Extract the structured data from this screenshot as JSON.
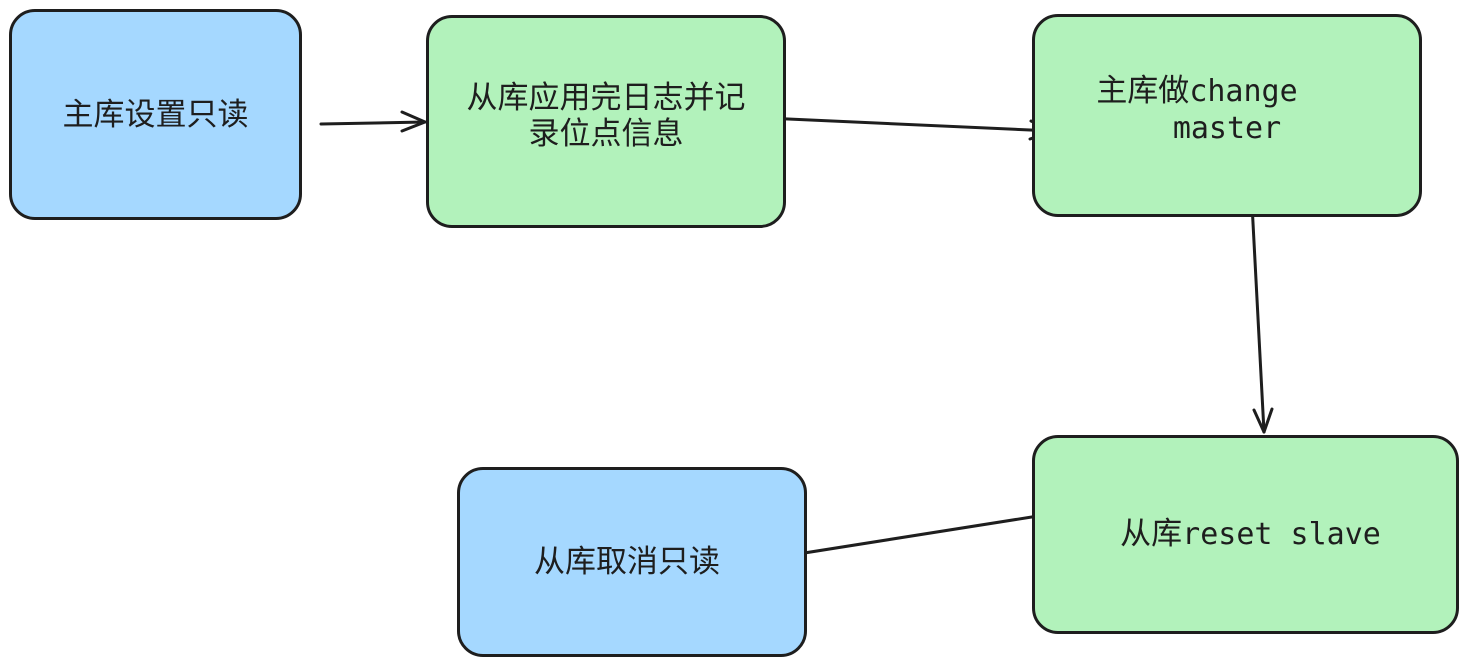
{
  "colors": {
    "blue_fill": "#a5d8ff",
    "green_fill": "#b2f2bb",
    "stroke": "#1e1e1e"
  },
  "nodes": [
    {
      "id": "n1",
      "fill": "blue",
      "line1": "主库设置只读"
    },
    {
      "id": "n2",
      "fill": "green",
      "line1": "从库应用完日志并记",
      "line2": "录位点信息"
    },
    {
      "id": "n3",
      "fill": "green",
      "line1_cn": "主库做",
      "line1_mono": "change",
      "line2_mono": "master"
    },
    {
      "id": "n4",
      "fill": "green",
      "line1_cn": "从库",
      "line1_mono": "reset slave"
    },
    {
      "id": "n5",
      "fill": "blue",
      "line1": "从库取消只读"
    }
  ],
  "edges": [
    {
      "from": "主库设置只读",
      "to": "从库应用完日志并记录位点信息"
    },
    {
      "from": "从库应用完日志并记录位点信息",
      "to": "主库做change master"
    },
    {
      "from": "主库做change master",
      "to": "从库reset slave"
    },
    {
      "from": "从库reset slave",
      "to": "从库取消只读"
    }
  ]
}
